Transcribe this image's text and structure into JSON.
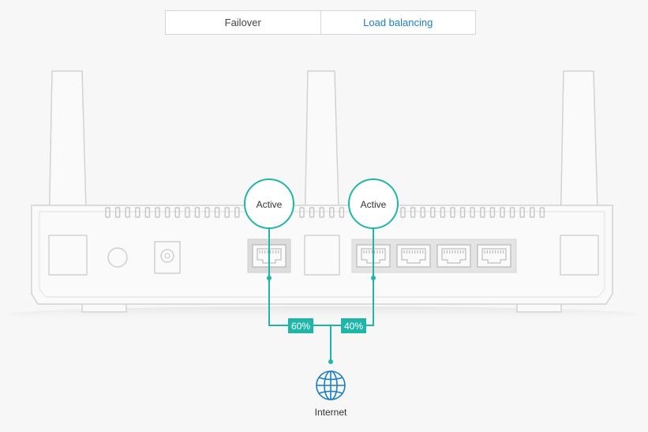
{
  "tabs": [
    {
      "label": "Failover",
      "active": false
    },
    {
      "label": "Load balancing",
      "active": true
    }
  ],
  "ports": {
    "wan_status": "Active",
    "lan_status": "Active"
  },
  "split": {
    "left_label": "60%",
    "right_label": "40%"
  },
  "internet": {
    "label": "Internet",
    "icon": "globe-icon"
  },
  "colors": {
    "accent": "#1fb5a8",
    "active_tab": "#1a7fc1",
    "outline": "#cfcfcf"
  }
}
